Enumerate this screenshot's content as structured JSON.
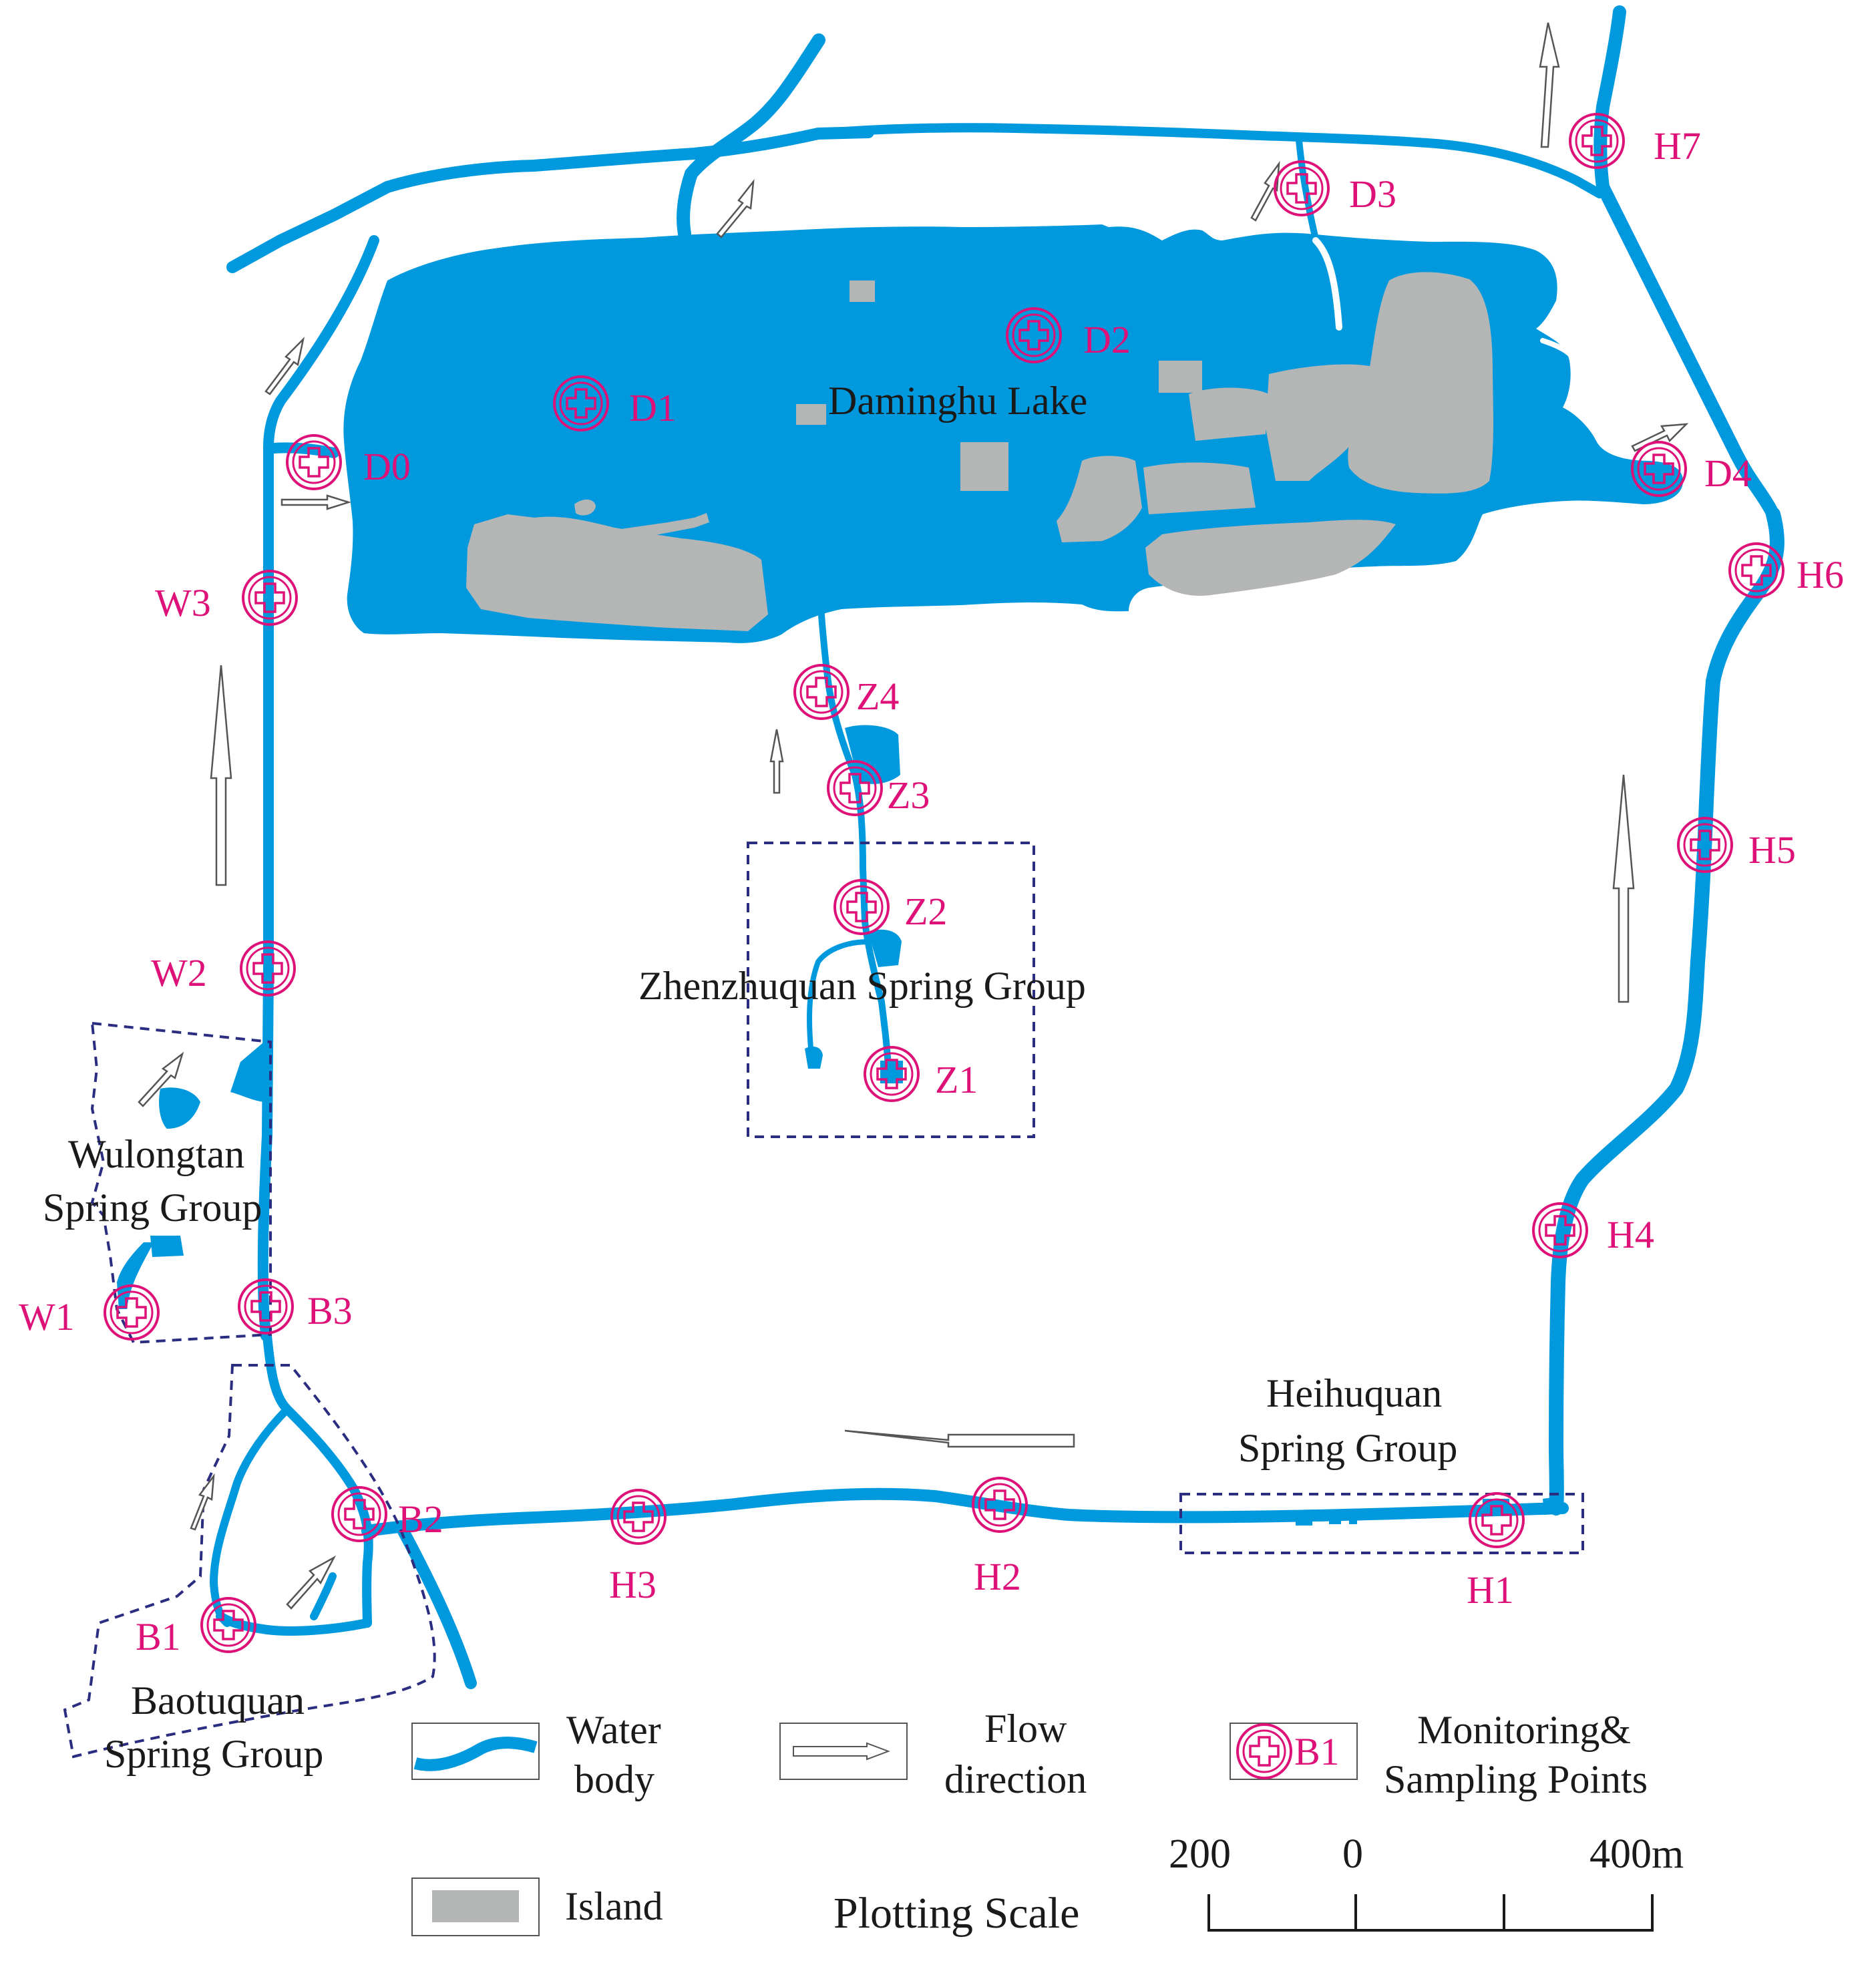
{
  "labels": {
    "lake": "Daminghu Lake",
    "zhenzhuquan": "Zhenzhuquan Spring Group",
    "wulongtan_1": "Wulongtan",
    "wulongtan_2": "Spring Group",
    "heihuquan_1": "Heihuquan",
    "heihuquan_2": "Spring Group",
    "baotuquan_1": "Baotuquan",
    "baotuquan_2": "Spring Group"
  },
  "points": {
    "D0": "D0",
    "D1": "D1",
    "D2": "D2",
    "D3": "D3",
    "D4": "D4",
    "W1": "W1",
    "W2": "W2",
    "W3": "W3",
    "B1": "B1",
    "B2": "B2",
    "B3": "B3",
    "Z1": "Z1",
    "Z2": "Z2",
    "Z3": "Z3",
    "Z4": "Z4",
    "H1": "H1",
    "H2": "H2",
    "H3": "H3",
    "H4": "H4",
    "H5": "H5",
    "H6": "H6",
    "H7": "H7"
  },
  "legend": {
    "water_1": "Water",
    "water_2": "body",
    "flow_1": "Flow",
    "flow_2": "direction",
    "point_sample": "B1",
    "monitor_1": "Monitoring&",
    "monitor_2": "Sampling Points",
    "island": "Island"
  },
  "scale": {
    "title": "Plotting Scale",
    "tick_left": "200",
    "tick_zero": "0",
    "tick_right": "400m"
  },
  "colors": {
    "water": "#0099dd",
    "island": "#b4b6b6",
    "marker": "#dd1177",
    "boundary": "#2b2d80",
    "text": "#1a1a1a",
    "arrow_stroke": "#555555"
  },
  "icons": {
    "marker": "monitoring-point-icon",
    "arrow": "flow-arrow-icon"
  }
}
